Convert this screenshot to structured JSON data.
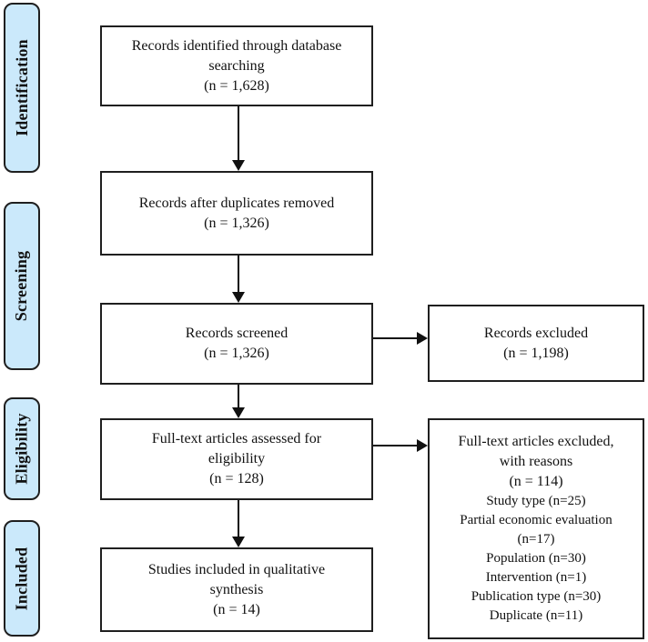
{
  "colors": {
    "stage_fill": "#cbe9fb",
    "border": "#1f1f1f",
    "box_fill": "#ffffff",
    "arrow": "#111111"
  },
  "stages": [
    {
      "label": "Identification"
    },
    {
      "label": "Screening"
    },
    {
      "label": "Eligibility"
    },
    {
      "label": "Included"
    }
  ],
  "boxes": {
    "identified": {
      "text": "Records identified through database\nsearching\n(n = 1,628)"
    },
    "duplicates_removed": {
      "text": "Records after duplicates removed\n(n = 1,326)"
    },
    "screened": {
      "text": "Records screened\n(n = 1,326)"
    },
    "records_excluded": {
      "text": "Records excluded\n(n = 1,198)"
    },
    "fulltext_assessed": {
      "text": "Full-text articles assessed for\neligibility\n(n = 128)"
    },
    "fulltext_excluded": {
      "title": "Full-text articles excluded,\nwith reasons\n(n = 114)",
      "reasons": [
        "Study type (n=25)",
        "Partial economic evaluation (n=17)",
        "Population (n=30)",
        "Intervention (n=1)",
        "Publication type (n=30)",
        "Duplicate (n=11)"
      ]
    },
    "included_qualitative": {
      "text": "Studies included in qualitative\nsynthesis\n(n = 14)"
    }
  }
}
